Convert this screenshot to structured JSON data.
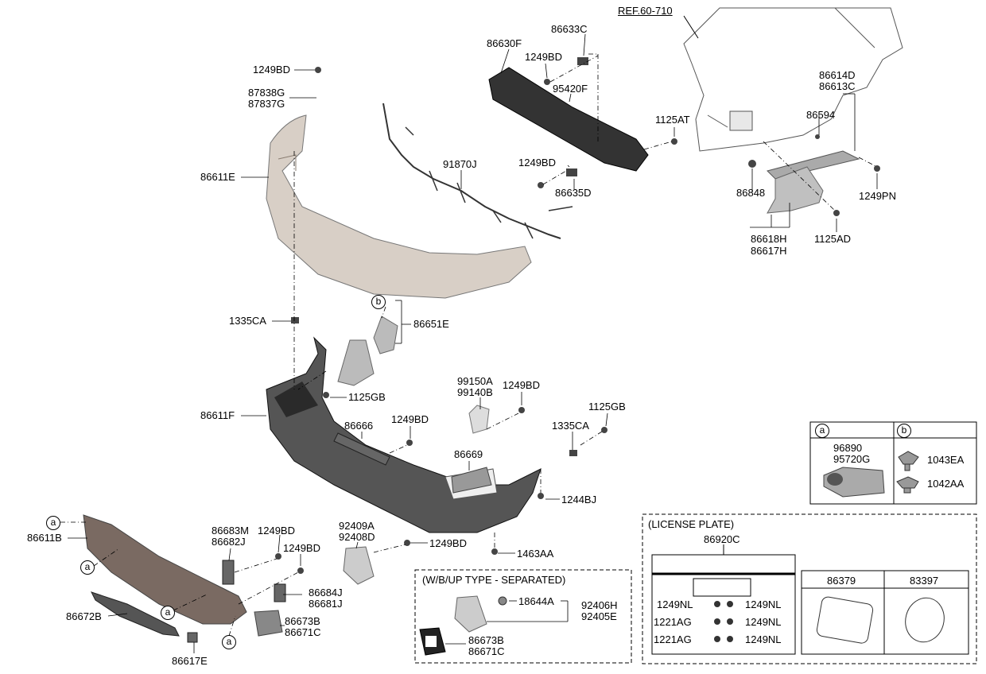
{
  "diagram": {
    "ref": "REF.60-710",
    "labels": {
      "p1249BD_top": "1249BD",
      "p87838G": "87838G",
      "p87837G": "87837G",
      "p86611E": "86611E",
      "p86630F": "86630F",
      "p86633C": "86633C",
      "p1249BD_b": "1249BD",
      "p95420F": "95420F",
      "p91870J": "91870J",
      "p1249BD_c": "1249BD",
      "p86635D": "86635D",
      "p1125AT": "1125AT",
      "p86614D": "86614D",
      "p86613C": "86613C",
      "p86594": "86594",
      "p86848": "86848",
      "p1249PN": "1249PN",
      "p1125AD": "1125AD",
      "p86618H": "86618H",
      "p86617H": "86617H",
      "p1335CA_a": "1335CA",
      "p86651E": "86651E",
      "p1125GB_a": "1125GB",
      "p86611F": "86611F",
      "p99150A": "99150A",
      "p99140B": "99140B",
      "p1249BD_d": "1249BD",
      "p1125GB_b": "1125GB",
      "p86666": "86666",
      "p1249BD_e": "1249BD",
      "p1335CA_b": "1335CA",
      "p86669": "86669",
      "p1244BJ": "1244BJ",
      "p86611B": "86611B",
      "p86683M": "86683M",
      "p86682J": "86682J",
      "p1249BD_f": "1249BD",
      "p1249BD_g": "1249BD",
      "p92409A": "92409A",
      "p92408D": "92408D",
      "p1249BD_h": "1249BD",
      "p1463AA": "1463AA",
      "p86684J": "86684J",
      "p86681J": "86681J",
      "p86672B": "86672B",
      "p86673B": "86673B",
      "p86671C": "86671C",
      "p86617E": "86617E"
    },
    "callouts": {
      "a": "a",
      "b": "b"
    }
  },
  "legend_box": {
    "col_a": "a",
    "col_b": "b",
    "a_parts": [
      "96890",
      "95720G"
    ],
    "b_parts": [
      "1043EA",
      "1042AA"
    ]
  },
  "wbup_box": {
    "title": "(W/B/UP TYPE - SEPARATED)",
    "parts": {
      "p18644A": "18644A",
      "p92406H": "92406H",
      "p92405E": "92405E",
      "p86673B": "86673B",
      "p86671C": "86671C"
    }
  },
  "license_box": {
    "title": "(LICENSE PLATE)",
    "plate_part": "86920C",
    "screws": [
      "1249NL",
      "1249NL",
      "1221AG",
      "1249NL",
      "1221AG",
      "1249NL"
    ],
    "part_86379": "86379",
    "part_83397": "83397"
  }
}
